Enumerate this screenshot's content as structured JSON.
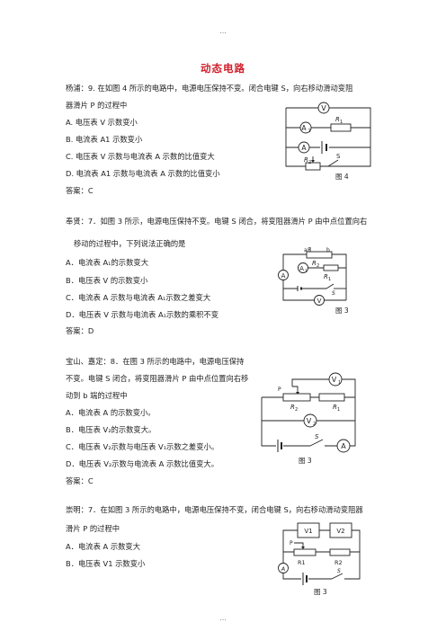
{
  "page": {
    "header_marks": "...",
    "footer_marks": "...",
    "title": "动态电路"
  },
  "q1": {
    "stem_1": "杨浦：9.      在如图 4 所示的电路中，电源电压保持不变。闭合电键 S，向右移动滑动变阻",
    "stem_2": "器滑片 P 的过程中",
    "options": [
      "A.  电压表 V 示数变小",
      "B.  电流表 A1 示数变小",
      "C.  电压表 V 示数与电流表 A 示数的比值变大",
      "D.  电流表 A1 示数与电流表 A 示数的比值变小"
    ],
    "answer": "答案：C",
    "figure": {
      "caption": "图 4",
      "v": "V",
      "a1": "A",
      "a1_sub": "1",
      "a": "A",
      "r1": "R",
      "r1_sub": "1",
      "r2": "R",
      "r2_sub": "2",
      "s": "S"
    }
  },
  "q2": {
    "stem_1": "奉贤：7．如图 3 所示，电源电压保持不变。电键 S 闭合，将变阻器滑片 P 由中点位置向右",
    "stem_2": "移动的过程中，下列说法正确的是",
    "options": [
      "A．电流表 A₁的示数变大",
      "B．电压表 V 的示数变小",
      "C．电流表 A 示数与电流表 A₁示数之差变大",
      "D．电压表 V 示数与电流表 A₁示数的乘积不变"
    ],
    "answer": "答案：D",
    "figure": {
      "caption": "图 3",
      "a": "A",
      "a1": "A",
      "a1_sub": "1",
      "v": "V",
      "r2": "R",
      "r2_sub": "2",
      "r1": "R",
      "r1_sub": "1",
      "s": "S",
      "p": "P",
      "a_end": "a",
      "b_end": "b"
    }
  },
  "q3": {
    "stem_1": "宝山、嘉定：8．在图 3 所示的电路中，电源电压保持",
    "stem_2": "不变。电键 S 闭合，将变阻器滑片 P 由中点位置向右移",
    "stem_3": "动到 b 端的过程中",
    "options": [
      "A．电流表 A 的示数变小。",
      "B．电压表 V₂的示数变大。",
      "C．电压表 V₂示数与电压表 V₁示数之差变小。",
      "D．电压表 V₂示数与电流表 A 示数比值变大。"
    ],
    "answer": "答案：C",
    "figure": {
      "caption": "图 3",
      "v1": "V",
      "v1_sub": "1",
      "v2": "V",
      "v2_sub": "2",
      "a": "A",
      "r2": "R",
      "r2_sub": "2",
      "r1": "R",
      "r1_sub": "1",
      "s": "S",
      "p": "P"
    }
  },
  "q4": {
    "stem_1": "崇明：7．在如图  3  所示的电路中，电源电压保持不变，闭合电键 S，向右移动滑动变阻器",
    "stem_2": "滑片  P  的过程中",
    "options": [
      "A．电流表 A 示数变大",
      "B．电压表 V1 示数变小"
    ],
    "figure": {
      "caption": "图 3",
      "v1": "V1",
      "v2": "V2",
      "r1": "R1",
      "r2": "R2",
      "a": "A",
      "s": "S",
      "p": "P"
    }
  }
}
